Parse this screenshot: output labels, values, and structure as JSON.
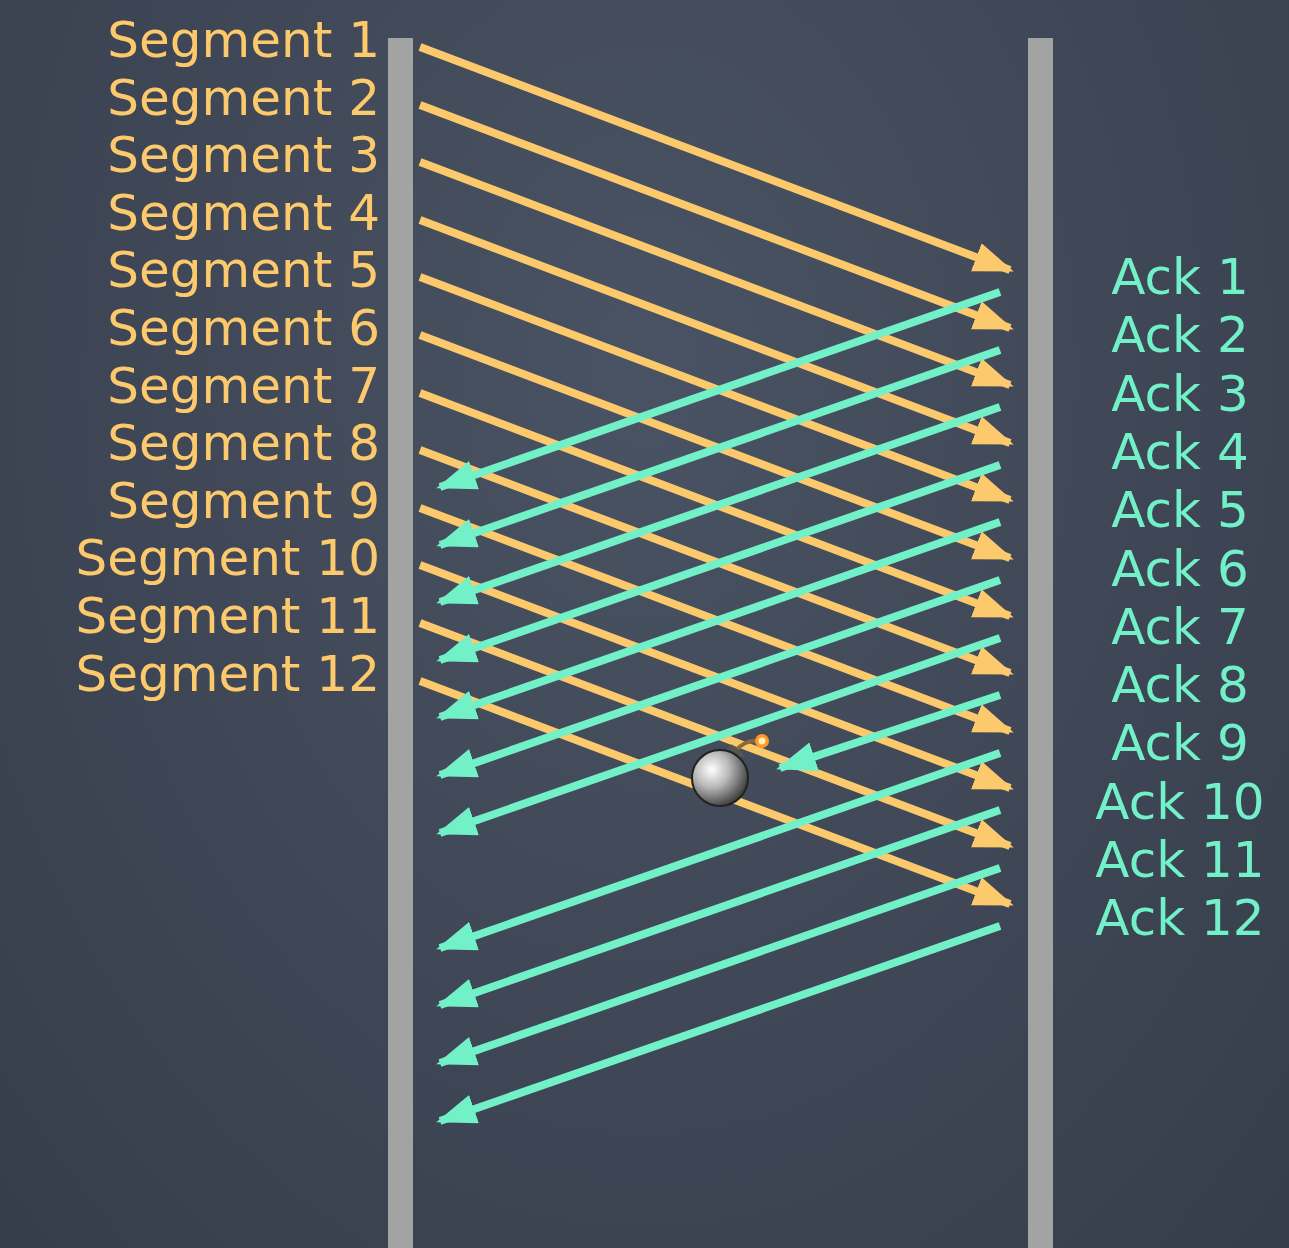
{
  "diagram": {
    "labels": [
      "Segment 1",
      "Segment 2",
      "Segment 3",
      "Segment 4",
      "Segment 5",
      "Segment 6",
      "Segment 7",
      "Segment 8",
      "Segment 9",
      "Segment 10",
      "Segment 11",
      "Segment 12",
      "Ack 1",
      "Ack 2",
      "Ack 3",
      "Ack 4",
      "Ack 5",
      "Ack 6",
      "Ack 7",
      "Ack 8",
      "Ack 9",
      "Ack 10",
      "Ack 11",
      "Ack 12"
    ]
  }
}
